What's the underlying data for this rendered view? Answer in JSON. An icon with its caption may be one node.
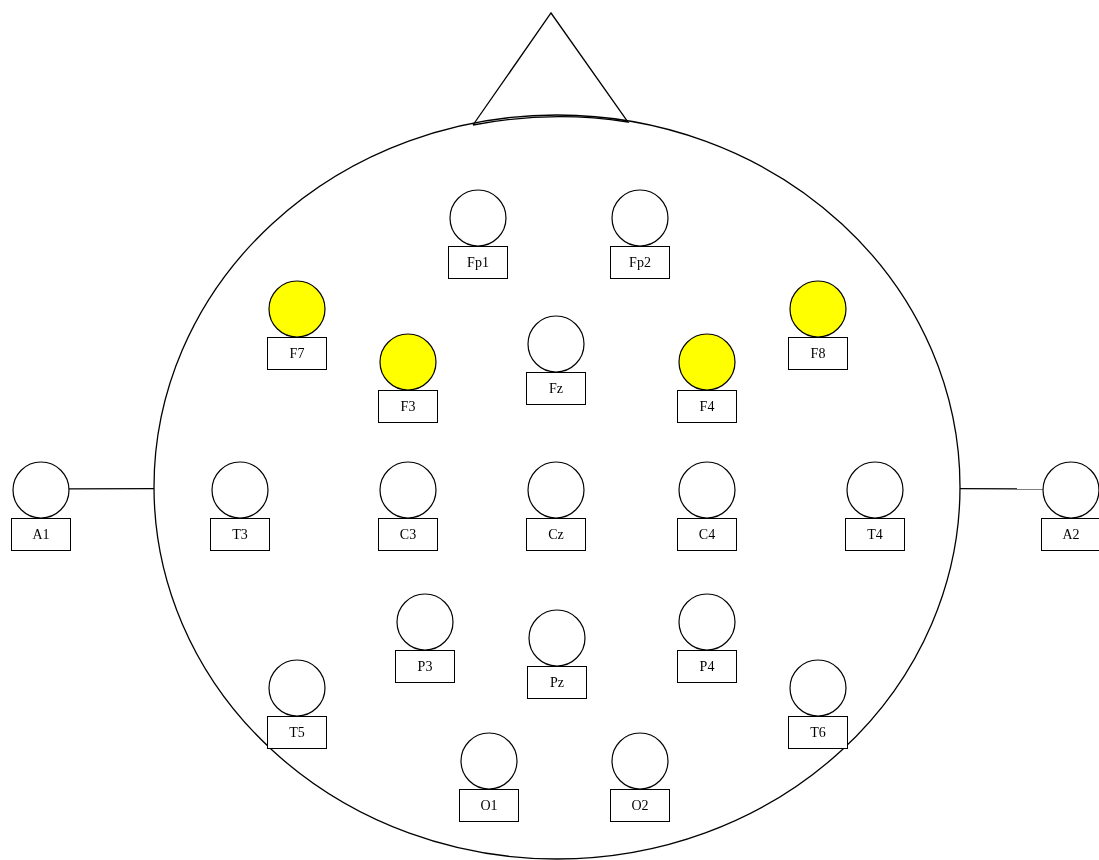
{
  "diagram": {
    "nodes": [
      {
        "text": [],
        "shape": "head"
      },
      {
        "text": [
          "Fp1"
        ],
        "in": 0
      },
      {
        "text": [
          "Fp2"
        ],
        "in": 0
      },
      {
        "text": [
          "F7"
        ],
        "in": 0
      },
      {
        "text": [
          "F8"
        ],
        "in": 0
      },
      {
        "text": [
          "Fz"
        ],
        "in": 0
      },
      {
        "text": [
          "F3"
        ],
        "in": 0
      },
      {
        "text": [
          "F4"
        ],
        "in": 0
      },
      {
        "text": [
          "A1"
        ]
      },
      {
        "text": [
          "T3"
        ],
        "in": 0
      },
      {
        "text": [
          "C3"
        ],
        "in": 0
      },
      {
        "text": [
          "Cz"
        ],
        "in": 0
      },
      {
        "text": [
          "C4"
        ],
        "in": 0
      },
      {
        "text": [
          "T4"
        ],
        "in": 0
      },
      {
        "text": [
          "A2"
        ]
      },
      {
        "text": [
          "P3"
        ],
        "in": 0
      },
      {
        "text": [
          "P4"
        ],
        "in": 0
      },
      {
        "text": [
          "Pz"
        ],
        "in": 0
      },
      {
        "text": [
          "T5"
        ],
        "in": 0
      },
      {
        "text": [
          "T6"
        ],
        "in": 0
      },
      {
        "text": [
          "O1"
        ],
        "in": 0
      },
      {
        "text": [
          "O2"
        ],
        "in": 0
      }
    ],
    "edges": [
      {
        "from": 8,
        "to": 0,
        "arrow": "none"
      },
      {
        "from": 0,
        "to": 14,
        "arrow": "none"
      }
    ]
  }
}
